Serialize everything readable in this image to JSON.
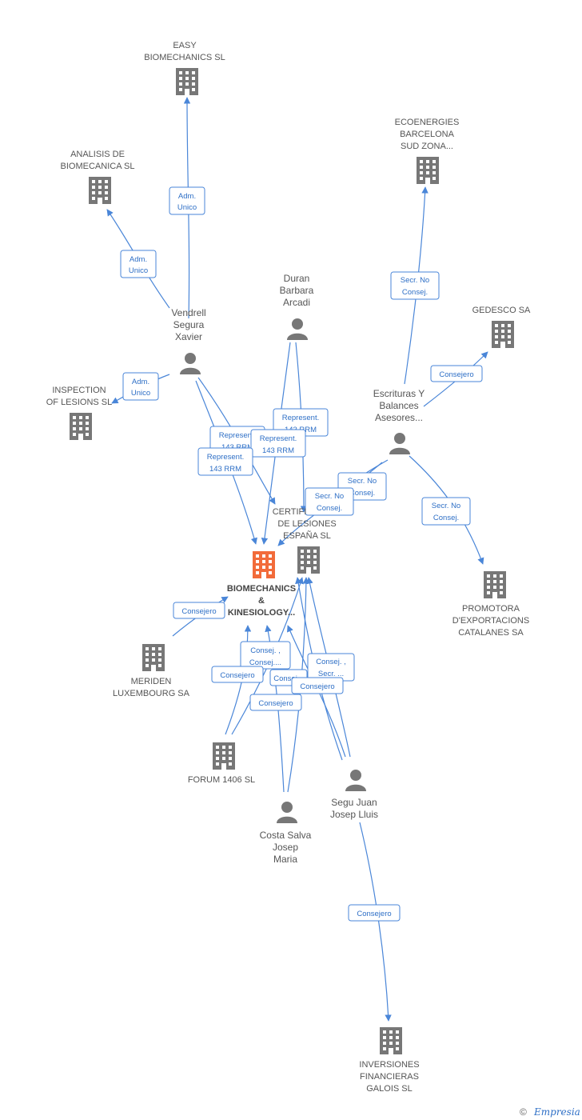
{
  "colors": {
    "edge": "#4a86d8",
    "node": "#777777",
    "focus": "#f26b3a"
  },
  "nodes": [
    {
      "id": "easy",
      "type": "company",
      "label": [
        "EASY",
        "BIOMECHANICS SL"
      ]
    },
    {
      "id": "analisis",
      "type": "company",
      "label": [
        "ANALISIS DE",
        "BIOMECANICA SL"
      ]
    },
    {
      "id": "eco",
      "type": "company",
      "label": [
        "ECOENERGIES",
        "BARCELONA",
        "SUD ZONA..."
      ]
    },
    {
      "id": "gedesco",
      "type": "company",
      "label": [
        "GEDESCO SA"
      ]
    },
    {
      "id": "inspection",
      "type": "company",
      "label": [
        "INSPECTION",
        "OF LESIONS SL"
      ]
    },
    {
      "id": "duran",
      "type": "person",
      "label": [
        "Duran",
        "Barbara",
        "Arcadi"
      ]
    },
    {
      "id": "vendrell",
      "type": "person",
      "label": [
        "Vendrell",
        "Segura",
        "Xavier"
      ]
    },
    {
      "id": "escrituras",
      "type": "person",
      "label": [
        "Escrituras Y",
        "Balances",
        "Asesores..."
      ]
    },
    {
      "id": "certif",
      "type": "company",
      "label": [
        "CERTIFI",
        "DE LESIONES",
        "ESPAÑA SL"
      ]
    },
    {
      "id": "bio",
      "type": "focus",
      "label": [
        "BIOMECHANICS",
        "&",
        "KINESIOLOGY..."
      ]
    },
    {
      "id": "promotora",
      "type": "company",
      "label": [
        "PROMOTORA",
        "D'EXPORTACIONS",
        "CATALANES SA"
      ]
    },
    {
      "id": "meriden",
      "type": "company",
      "label": [
        "MERIDEN",
        "LUXEMBOURG SA"
      ]
    },
    {
      "id": "forum",
      "type": "company",
      "label": [
        "FORUM 1406 SL"
      ]
    },
    {
      "id": "segu",
      "type": "person",
      "label": [
        "Segu Juan",
        "Josep Lluis"
      ]
    },
    {
      "id": "costa",
      "type": "person",
      "label": [
        "Costa Salva",
        "Josep",
        "Maria"
      ]
    },
    {
      "id": "inversiones",
      "type": "company",
      "label": [
        "INVERSIONES",
        "FINANCIERAS",
        "GALOIS SL"
      ]
    }
  ],
  "edge_labels": [
    {
      "id": "e1",
      "lines": [
        "Adm.",
        "Unico"
      ]
    },
    {
      "id": "e2",
      "lines": [
        "Adm.",
        "Unico"
      ]
    },
    {
      "id": "e3",
      "lines": [
        "Adm.",
        "Unico"
      ]
    },
    {
      "id": "e4",
      "lines": [
        "Secr. No",
        "Consej."
      ]
    },
    {
      "id": "e5",
      "lines": [
        "Consejero"
      ]
    },
    {
      "id": "e6",
      "lines": [
        "Represent.",
        "143 RRM"
      ]
    },
    {
      "id": "e7",
      "lines": [
        "Represent.",
        "143 RRM"
      ]
    },
    {
      "id": "e8",
      "lines": [
        "Represent.",
        "143 RRM"
      ]
    },
    {
      "id": "e9",
      "lines": [
        "Represent.",
        "143 RRM"
      ]
    },
    {
      "id": "e10",
      "lines": [
        "Secr. No",
        "Consej."
      ]
    },
    {
      "id": "e11",
      "lines": [
        "Secr. No",
        "Consej."
      ]
    },
    {
      "id": "e12",
      "lines": [
        "Secr. No",
        "Consej."
      ]
    },
    {
      "id": "e13",
      "lines": [
        "Consejero"
      ]
    },
    {
      "id": "e14",
      "lines": [
        "Consej. ,",
        "Consej...."
      ]
    },
    {
      "id": "e15",
      "lines": [
        "Consej..."
      ]
    },
    {
      "id": "e16",
      "lines": [
        "Consej. ,",
        "Secr. ..."
      ]
    },
    {
      "id": "e17",
      "lines": [
        "Consejero"
      ]
    },
    {
      "id": "e18",
      "lines": [
        "Consejero"
      ]
    },
    {
      "id": "e19",
      "lines": [
        "Consejero"
      ]
    },
    {
      "id": "e20",
      "lines": [
        "Consejero"
      ]
    }
  ],
  "footer": {
    "copyright": "©",
    "brand": "Empresia"
  }
}
